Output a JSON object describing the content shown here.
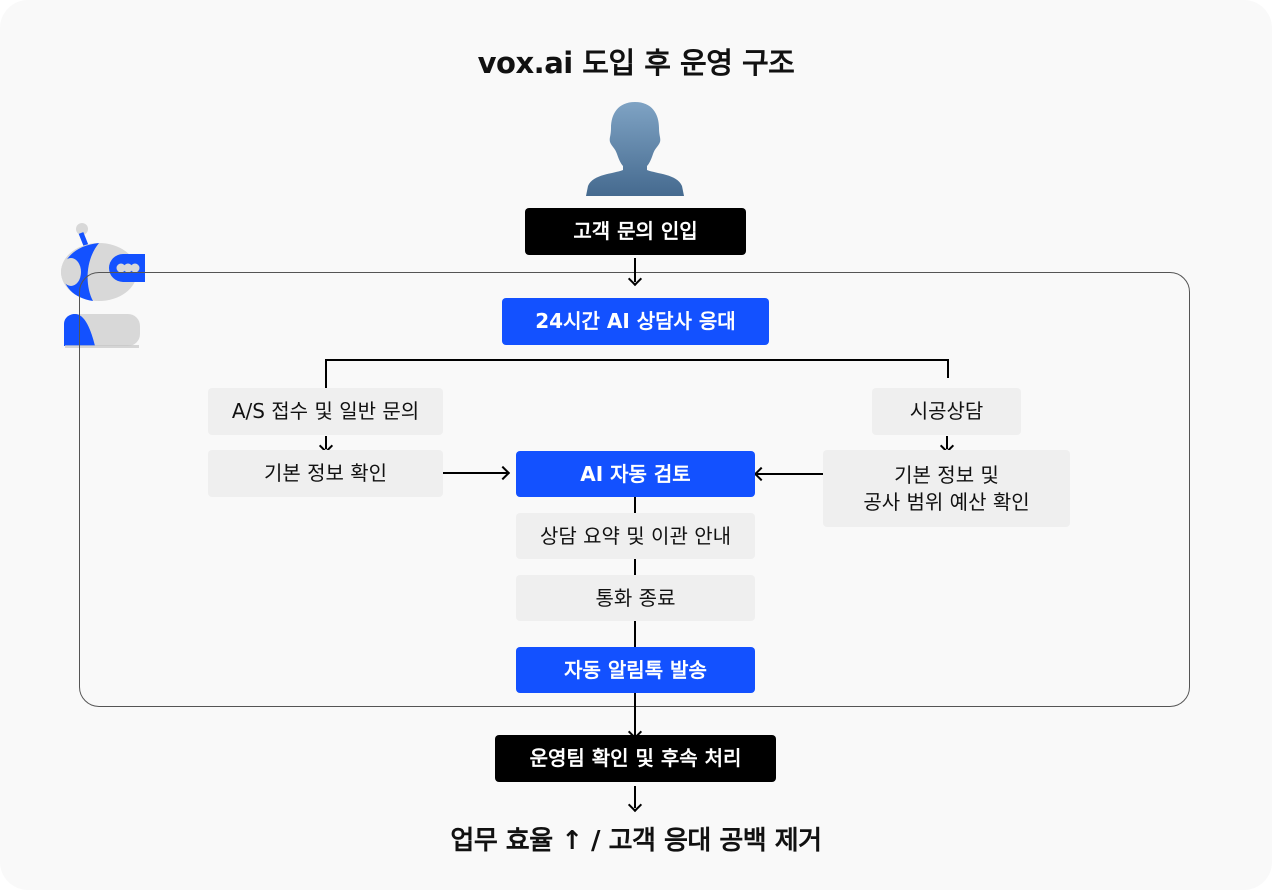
{
  "title": "vox.ai 도입 후 운영 구조",
  "icons": {
    "customer": "person-silhouette-icon",
    "bot": "robot-icon"
  },
  "nodes": {
    "inquiry": "고객 문의 인입",
    "ai_agent": "24시간 AI 상담사 응대",
    "branch_left": "A/S 접수 및 일반 문의",
    "left_info": "기본 정보 확인",
    "branch_right": "시공상담",
    "right_info_line1": "기본 정보 및",
    "right_info_line2": "공사 범위 예산 확인",
    "ai_review": "AI 자동 검토",
    "summary": "상담 요약 및 이관 안내",
    "call_end": "통화 종료",
    "alimtalk": "자동 알림톡 발송",
    "ops_team": "운영팀 확인 및 후속 처리"
  },
  "footer": "업무 효율 ↑ / 고객 응대 공백 제거",
  "colors": {
    "blue": "#1351ff",
    "dark": "#000000",
    "gray_box": "#efefef",
    "background": "#f9f9f9",
    "frame": "#555555"
  }
}
